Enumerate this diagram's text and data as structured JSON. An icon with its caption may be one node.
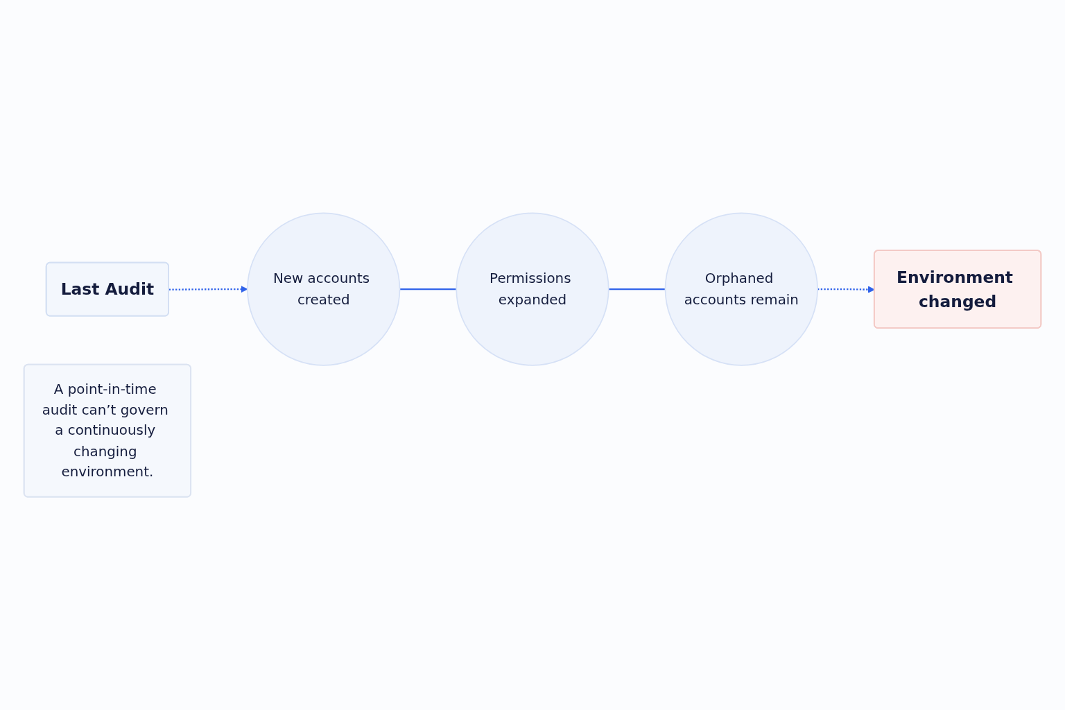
{
  "diagram": {
    "nodes": [
      {
        "text": [
          "Last Audit"
        ]
      },
      {
        "text": [
          "New accounts created"
        ]
      },
      {
        "text": [
          "Permissions expanded"
        ]
      },
      {
        "text": [
          "Orphaned accounts remain"
        ]
      },
      {
        "text": [
          "Environment changed"
        ]
      },
      {
        "text": [
          "A point-in-time audit can’t govern a continuously changing environment."
        ]
      }
    ],
    "edges": [
      {
        "from": 0,
        "to": 1,
        "arrow": "to",
        "style": "dashed"
      },
      {
        "from": 1,
        "to": 2,
        "arrow": "none"
      },
      {
        "from": 2,
        "to": 3,
        "arrow": "none"
      },
      {
        "from": 3,
        "to": 4,
        "arrow": "to",
        "style": "dashed"
      }
    ]
  }
}
